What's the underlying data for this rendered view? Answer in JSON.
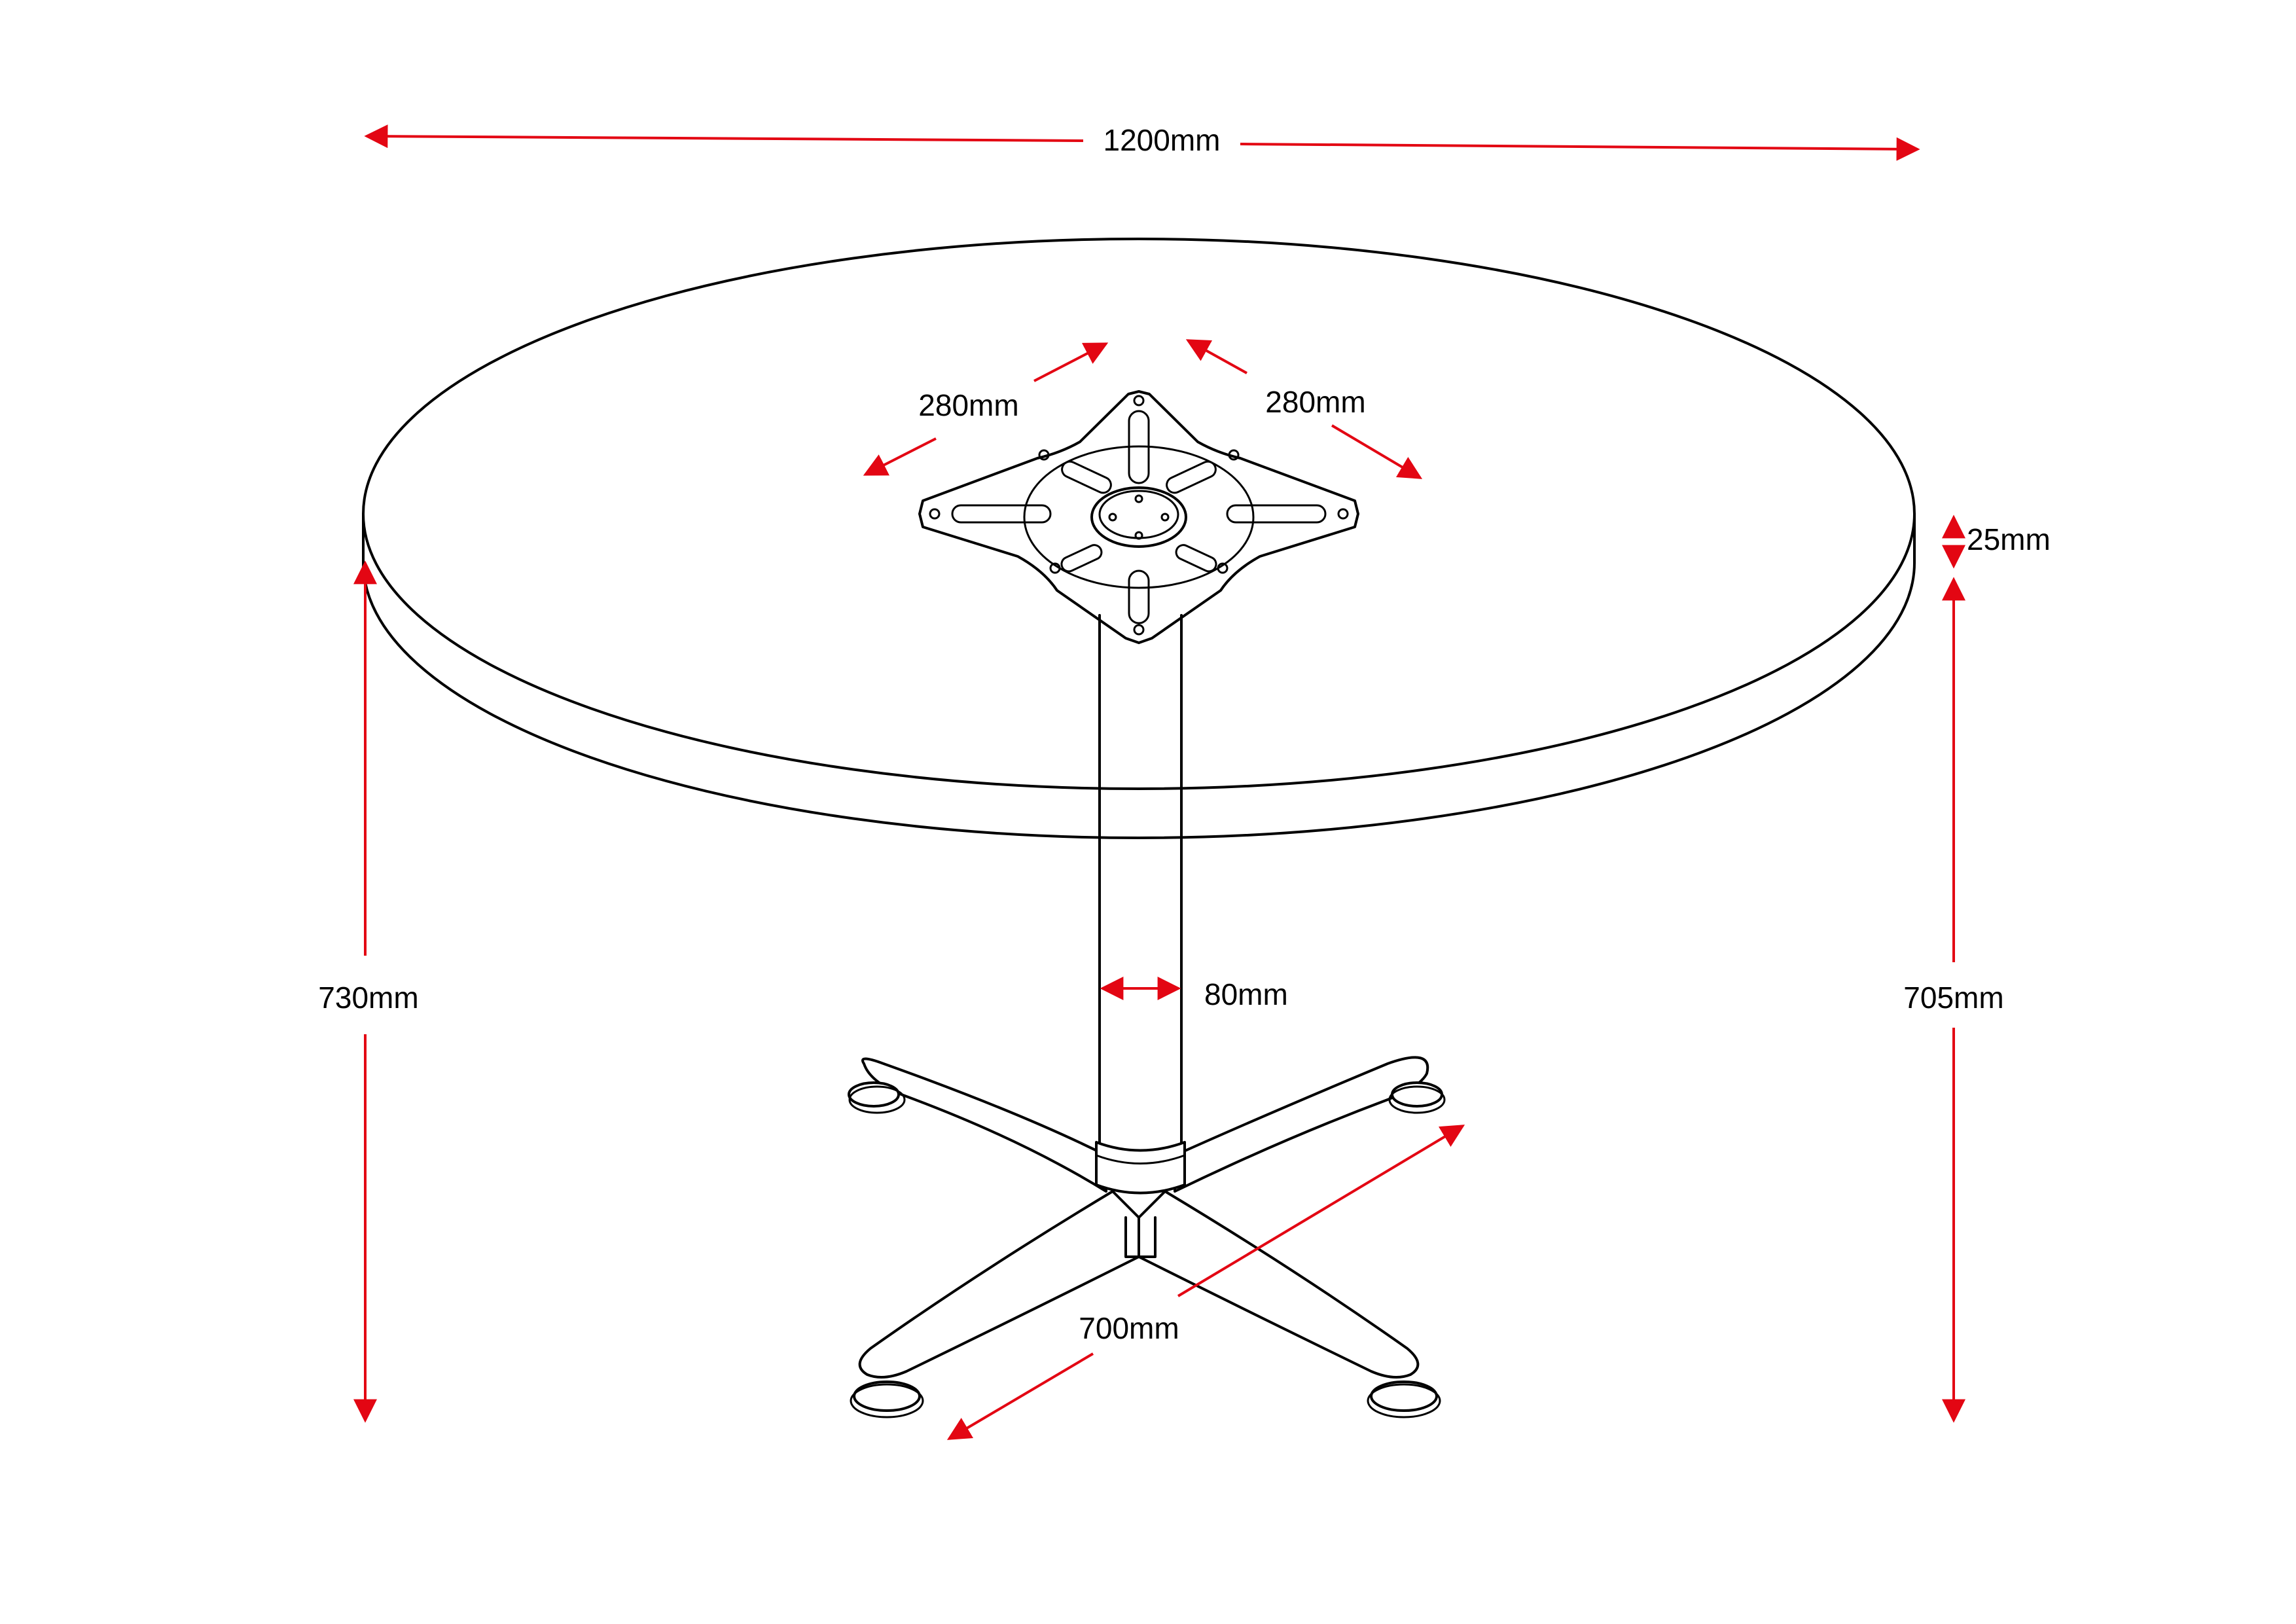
{
  "colors": {
    "outline": "#000000",
    "dimension": "#e30613",
    "background": "#ffffff"
  },
  "dimensions": {
    "table_diameter": "1200mm",
    "plate_width_left": "280mm",
    "plate_width_right": "280mm",
    "top_thickness": "25mm",
    "total_height": "730mm",
    "base_height": "705mm",
    "column_diameter": "80mm",
    "base_span": "700mm"
  }
}
